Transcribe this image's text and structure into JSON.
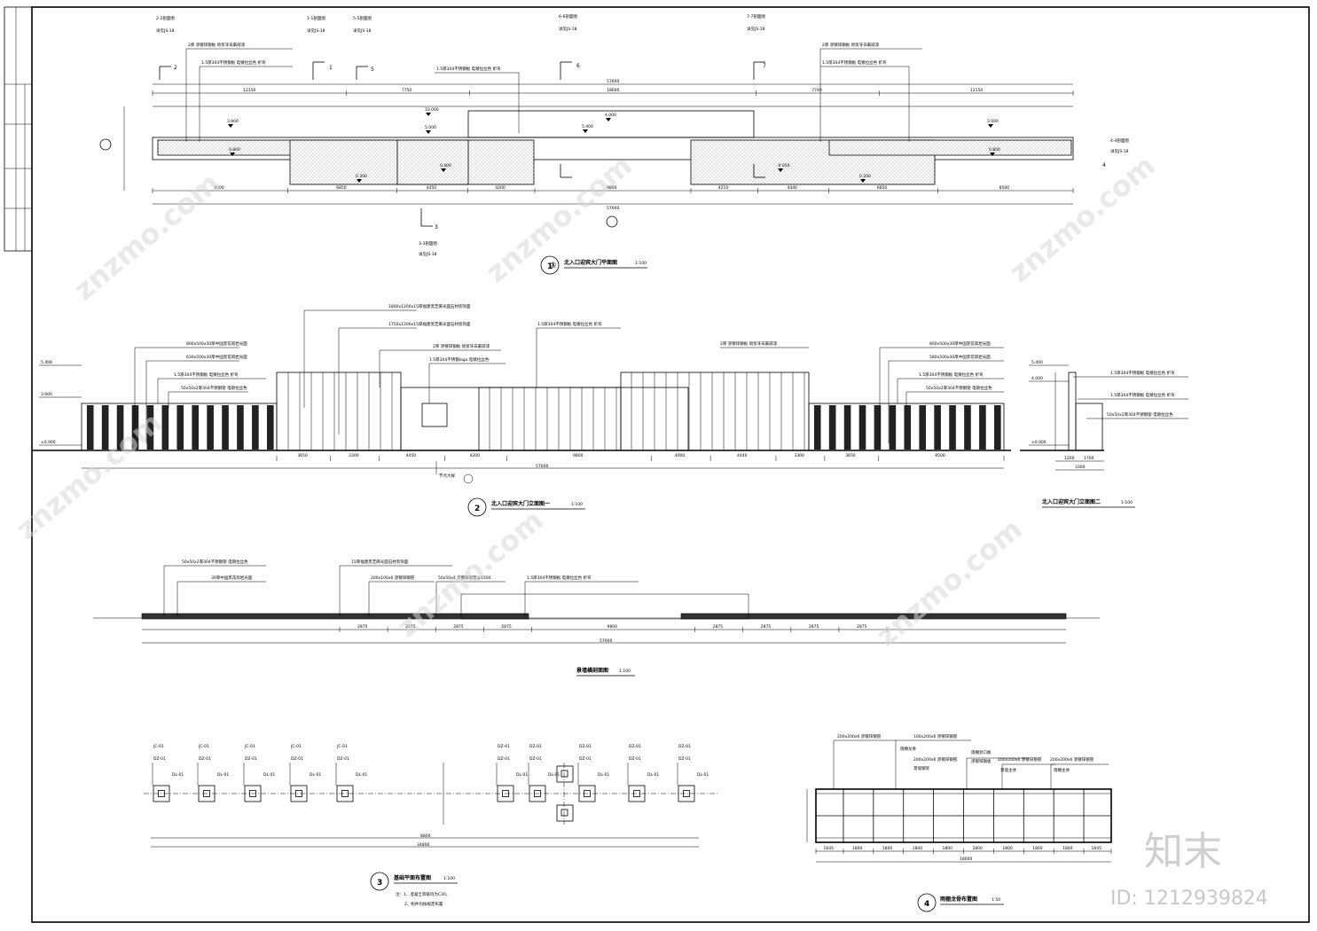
{
  "drawings": {
    "plan": {
      "number": "1",
      "title": "北入口迎宾大门平面图",
      "scale": "1:100",
      "total_dim": "57600",
      "top_dims": [
        "12150",
        "7750",
        "18000",
        "7740",
        "12150"
      ],
      "bottom_dims": [
        "8500",
        "6850",
        "4450",
        "4200",
        "9800",
        "4210",
        "4440",
        "6850",
        "8500"
      ],
      "elevs": [
        "3.600",
        "0.800",
        "0.300",
        "10.000",
        "5.000",
        "4.000",
        "5.400",
        "3.000",
        "0.800",
        "0.400",
        "-0.050",
        "0.200"
      ]
    },
    "elevation1": {
      "number": "2",
      "title": "北入口迎宾大门立面图一",
      "scale": "1:100",
      "total_dim": "57600",
      "dims": [
        "3650",
        "3300",
        "4450",
        "4200",
        "9800",
        "4000",
        "4440",
        "3300",
        "3650",
        "8500"
      ],
      "levels": [
        "5.400",
        "3.600",
        "±0.000"
      ],
      "callout": "节点大样"
    },
    "elevation2": {
      "title": "北入口迎宾大门立面图二",
      "scale": "1:100",
      "levels": [
        "5.400",
        "4.000",
        "±0.000"
      ],
      "dims": [
        "1200",
        "1700",
        "3300"
      ]
    },
    "section": {
      "title": "景墙横剖面图",
      "scale": "1:100",
      "total_dim": "57600",
      "dims": [
        "2875",
        "2875",
        "2875",
        "2875",
        "9800",
        "2875",
        "2875",
        "2875",
        "2875"
      ]
    },
    "foundation": {
      "number": "3",
      "title": "基础平面布置图",
      "scale": "1:100",
      "total_dim": "34800",
      "mid_dim": "8800",
      "notes": [
        "注：1、混凝土等级均为C30。",
        "2、构件均按规定布置"
      ]
    },
    "canopy": {
      "number": "4",
      "title": "雨棚龙骨布置图",
      "scale": "1:50",
      "total_dim": "18000",
      "dims": [
        "1645",
        "1800",
        "1800",
        "1800",
        "1800",
        "1800",
        "1800",
        "1800",
        "1800",
        "1645"
      ]
    }
  },
  "section_marks": [
    {
      "code": "2-2剖面图",
      "ref": "详见JS-18"
    },
    {
      "code": "1-1剖面图",
      "ref": "详见JS-18"
    },
    {
      "code": "5-5剖面图",
      "ref": "详见JS-18"
    },
    {
      "code": "6-6剖面图",
      "ref": "详见JS-18"
    },
    {
      "code": "7-7剖面图",
      "ref": "详见JS-18"
    },
    {
      "code": "4-4剖面图",
      "ref": "详见JS-18"
    },
    {
      "code": "3-3剖面图",
      "ref": "详见JS-18"
    }
  ],
  "plan_notes": [
    "2厚 渗镀锌钢板 喷浆牙白氟碳漆",
    "1.5厚304不锈钢板 电镀拉丝色 折弯",
    "1.5厚304不锈钢板 电镀拉丝色 折弯",
    "2厚 渗镀锌钢板 喷浆牙白氟碳漆",
    "1.5厚304不锈钢板 电镀拉丝色 折弯"
  ],
  "elev_notes": [
    "1800x1200x15厚福建黑芝麻光面石材装饰面",
    "1750x1200x15厚福建黑芝麻光面石材装饰面",
    "1.5厚304不锈钢板 电镀拉丝色 折弯",
    "2厚 渗镀锌钢板 喷浆牙白氟碳漆",
    "1.5厚304不锈钢logo 电镀拉丝色",
    "800x500x30厚中国黑花岗岩光面",
    "630x500x30厚中国黑花岗岩光面",
    "1.5厚304不锈钢板 电镀拉丝色 折弯",
    "50x50x2厚304不锈钢管 电镀拉丝色",
    "2厚 渗镀锌钢板 喷浆牙白氟碳漆",
    "800x500x30厚中国黑花岗岩光面",
    "580x500x30厚中国黑花岗岩光面",
    "1.5厚304不锈钢板 电镀拉丝色 折弯",
    "50x50x2厚304不锈钢管 电镀拉丝色"
  ],
  "elev2_notes": [
    "1.5厚304不锈钢板 电镀拉丝色 折弯",
    "1.5厚304不锈钢板 电镀拉丝色 折弯",
    "50x50x2厚304不锈钢管 电镀拉丝色"
  ],
  "section_notes": [
    "50x50x2厚304不锈钢管 电镀拉丝色",
    "30厚中国黑花岗岩光面",
    "15厚福建黑芝麻光面石材装饰面",
    "200x100x6 渗镀锌钢管",
    "50x50x4 渗镀锌钢管@1500",
    "1.5厚304不锈钢板 电镀拉丝色 折弯"
  ],
  "foundation_labels": {
    "jc": "JC-01",
    "dz": "DZ-01",
    "dl": "DL-01"
  },
  "canopy_notes": [
    "200x200x6 渗镀锌钢管",
    "100x200x6 渗镀锌钢管",
    "雨棚龙骨",
    "200x200x6 渗镀锌钢管",
    "雨棚封口板",
    "渗镀锌钢板",
    "景墙钢架",
    "200x200x6 渗镀锌钢管",
    "景墙主体",
    "200x200x6 渗镀锌钢管",
    "雨棚主体"
  ],
  "watermarks": {
    "site": "znzmo.com",
    "brand": "知末",
    "id": "ID: 1212939824"
  }
}
